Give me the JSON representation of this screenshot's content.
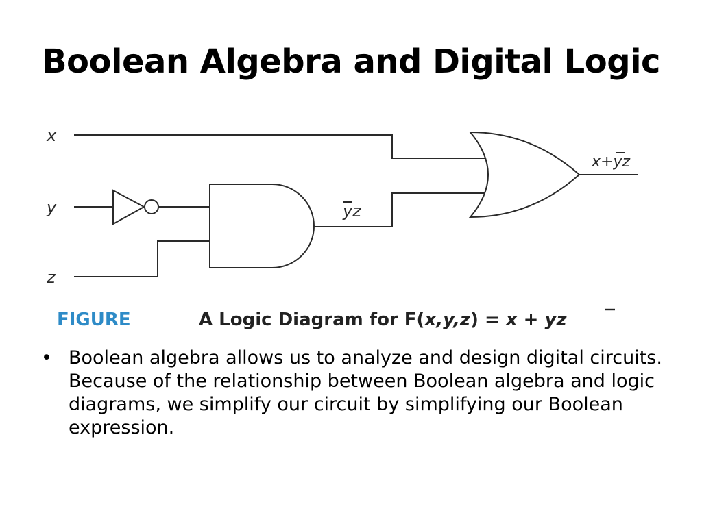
{
  "slide": {
    "title": "Boolean Algebra and Digital Logic"
  },
  "diagram": {
    "inputs": [
      "x",
      "y",
      "z"
    ],
    "labels": {
      "and_output": "yz",
      "or_output": "x + yz",
      "or_output_x": "x",
      "or_output_plus": "+",
      "or_output_y": "y",
      "or_output_z": "z"
    },
    "caption": {
      "figure_label": "FIGURE",
      "text": "A Logic Diagram for F(",
      "args": "x,y,z",
      "equals": ") = ",
      "x": "x",
      "plus": " + ",
      "ybar": "y",
      "z": "z"
    }
  },
  "bullets": {
    "marker": "•",
    "items": [
      "Boolean algebra allows us to analyze and design digital circuits. Because of the relationship between Boolean algebra and logic diagrams, we simplify our circuit by simplifying our Boolean expression."
    ]
  }
}
